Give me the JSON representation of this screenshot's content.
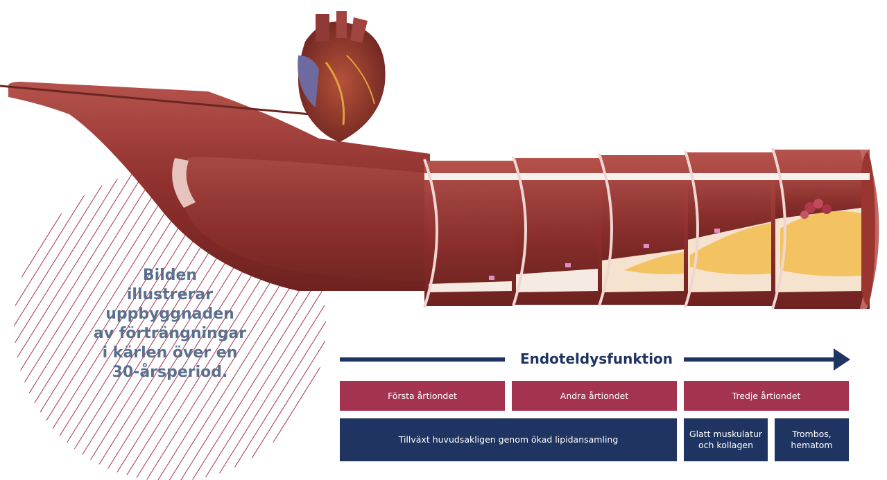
{
  "colors": {
    "navy": "#1f3461",
    "crimson": "#a3334f",
    "accent": "#5b6f8e",
    "stripe": "#a3334f",
    "vessel": "#9b3a36",
    "vessel_light": "#c57873",
    "plaque": "#f2c360"
  },
  "caption": {
    "line1": "Bilden",
    "line2": "illustrerar",
    "line3": "uppbyggnaden",
    "line4": "av förträngningar",
    "line5": "i kärlen över en",
    "line6": "30-årsperiod."
  },
  "timeline": {
    "arrow_label": "Endoteldysfunktion",
    "decades": [
      "Första årtiondet",
      "Andra årtiondet",
      "Tredje årtiondet"
    ],
    "phases": [
      "Tillväxt huvudsakligen genom ökad lipidansamling",
      "Glatt muskulatur och kollagen",
      "Trombos, hematom"
    ]
  }
}
